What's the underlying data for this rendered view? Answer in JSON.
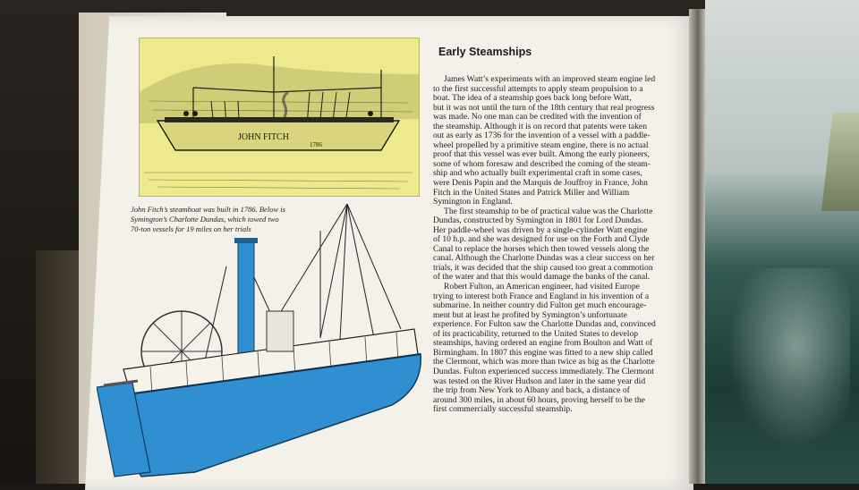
{
  "article": {
    "title": "Early Steamships",
    "lines": [
      "James Watt’s experiments with an improved steam engine led",
      "to the first successful attempts to apply steam propulsion to a",
      "boat. The idea of a steamship goes back long before Watt,",
      "but it was not until the turn of the 18th century that real progress",
      "was made. No one man can be credited with the invention of",
      "the steamship. Although it is on record that patents were taken",
      "out as early as 1736 for the invention of a vessel with a paddle-",
      "wheel propelled by a primitive steam engine, there is no actual",
      "proof that this vessel was ever built. Among the early pioneers,",
      "some of whom foresaw and described the coming of the steam-",
      "ship and who actually built experimental craft in some cases,",
      "were Denis Papin and the Marquis de Jouffroy in France, John",
      "Fitch in the United States and Patrick Miller and William",
      "Symington in England.",
      "The first steamship to be of practical value was the Charlotte",
      "Dundas, constructed by Symington in 1801 for Lord Dundas.",
      "Her paddle-wheel was driven by a single-cylinder Watt engine",
      "of 10 h.p. and she was designed for use on the Forth and Clyde",
      "Canal to replace the horses which then towed vessels along the",
      "canal. Although the Charlotte Dundas was a clear success on her",
      "trials, it was decided that the ship caused too great a commotion",
      "of the water and that this would damage the banks of the canal.",
      "Robert Fulton, an American engineer, had visited Europe",
      "trying to interest both France and England in his invention of a",
      "submarine. In neither country did Fulton get much encourage-",
      "ment but at least he profited by Symington’s unfortunate",
      "experience. For Fulton saw the Charlotte Dundas and, convinced",
      "of its practicability, returned to the United States to develop",
      "steamships, having ordered an engine from Boulton and Watt of",
      "Birmingham. In 1807 this engine was fitted to a new ship called",
      "the Clermont, which was more than twice as big as the Charlotte",
      "Dundas. Fulton experienced success immediately. The Clermont",
      "was tested on the River Hudson and later in the same year did",
      "the trip from New York to Albany and back, a distance of",
      "around 300 miles, in about 60 hours, proving herself to be the",
      "first commercially successful steamship."
    ]
  },
  "caption": {
    "lines": [
      "John Fitch’s steamboat was built in 1786. Below is",
      "Symington’s Charlotte Dundas, which towed two",
      "70-ton vessels for 19 miles on her trials"
    ]
  },
  "engraving": {
    "hull_name": "JOHN FITCH",
    "hull_year": "1786"
  },
  "colors": {
    "page": "#f3f1ea",
    "engraving_bg": "#ecea8d",
    "ship_blue": "#2f8fd0",
    "ink": "#1d1d1d"
  }
}
